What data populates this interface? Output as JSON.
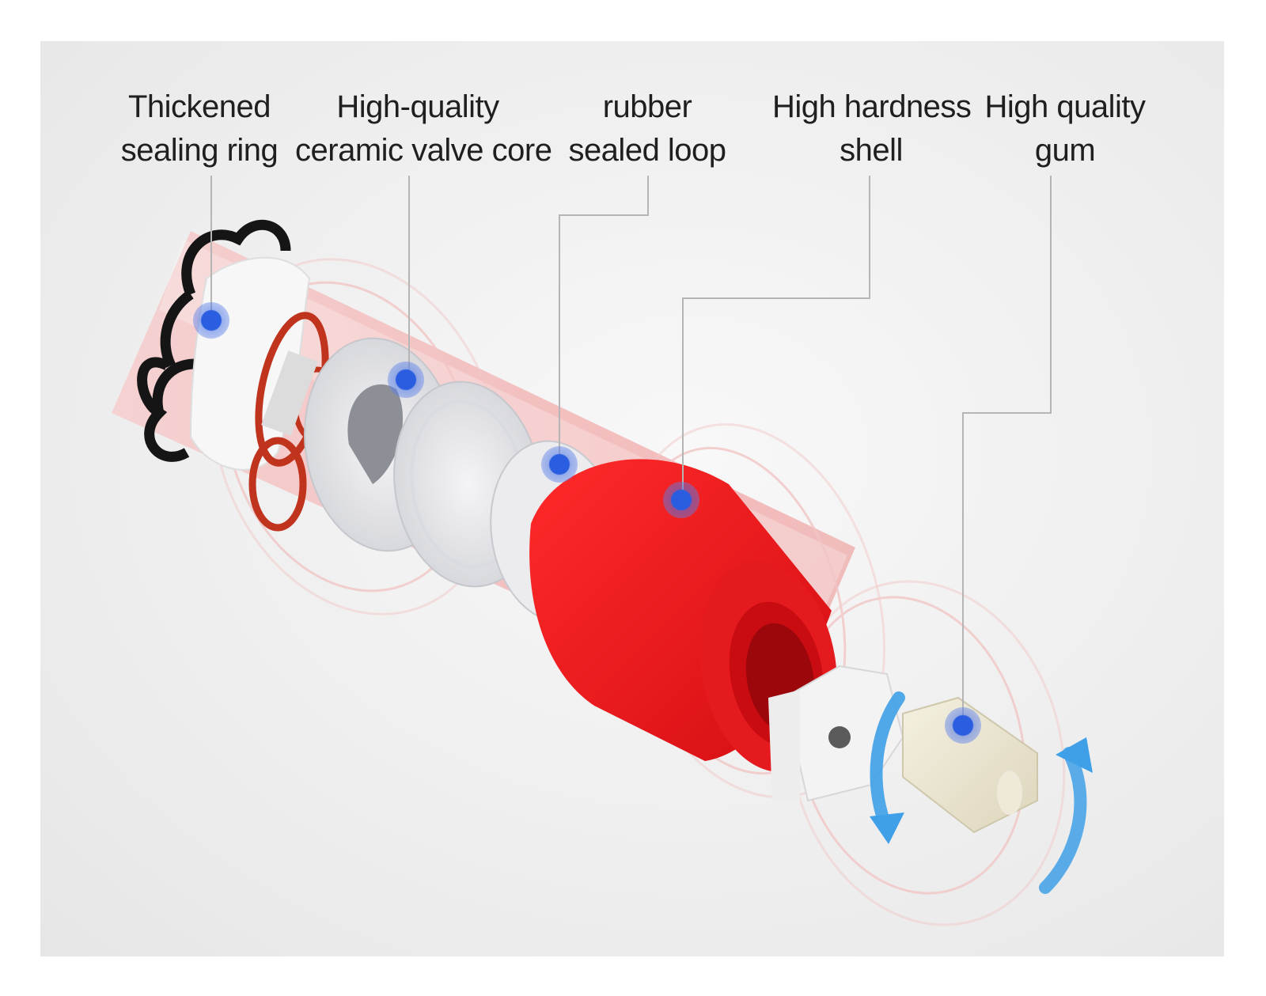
{
  "diagram": {
    "background": "#ececec",
    "accent": "#e8141c",
    "marker_color": "#2a5de0",
    "arrow_color": "#3fa0e8",
    "callouts": [
      {
        "id": "thickened-sealing-ring",
        "line1": "Thickened",
        "line2": "sealing ring"
      },
      {
        "id": "ceramic-valve-core",
        "line1": "High-quality",
        "line2": "ceramic valve core"
      },
      {
        "id": "rubber-sealed-loop",
        "line1": "rubber",
        "line2": "sealed loop"
      },
      {
        "id": "high-hardness-shell",
        "line1": "High hardness",
        "line2": "shell"
      },
      {
        "id": "high-quality-gum",
        "line1": "High quality",
        "line2": "gum"
      }
    ]
  }
}
